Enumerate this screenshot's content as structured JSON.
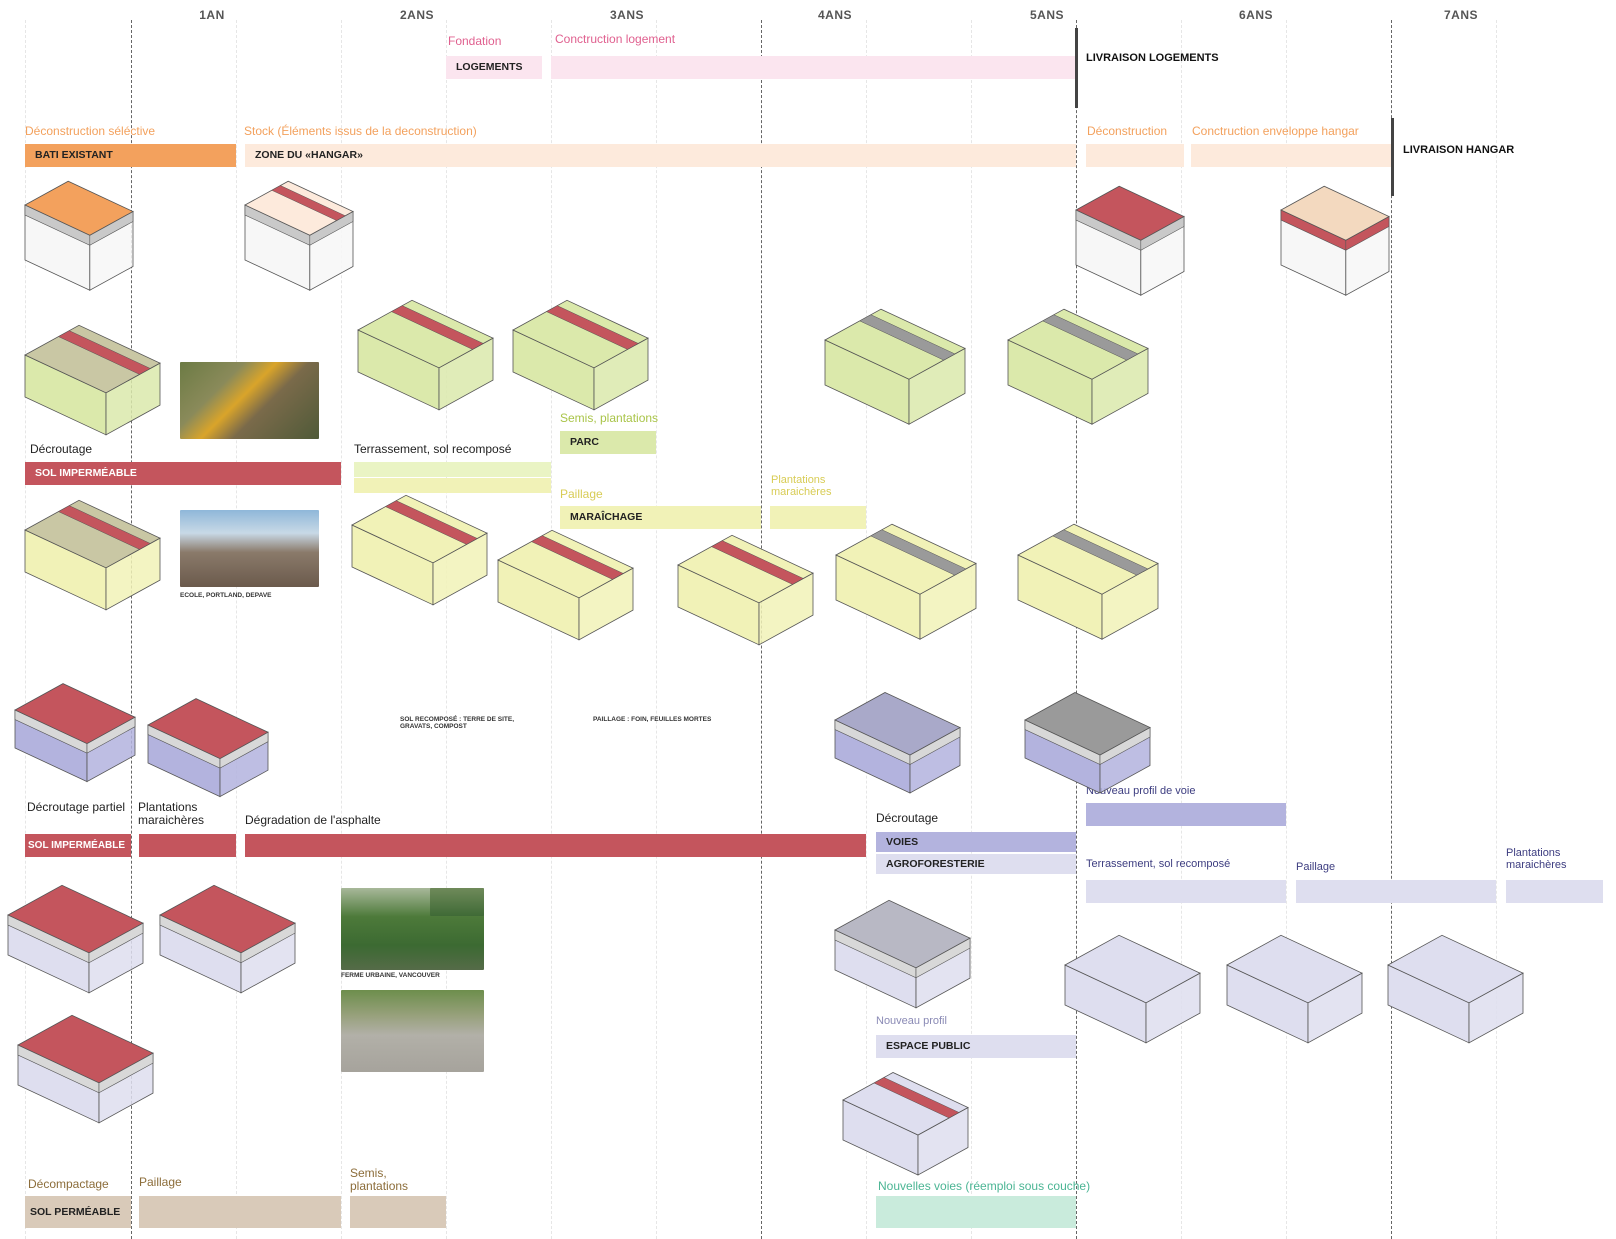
{
  "colors": {
    "orange": "#f3a15d",
    "orange_light": "#fdeadc",
    "pink_text": "#e0608f",
    "pink_light": "#fbe5ef",
    "red": "#c4555d",
    "green_text": "#a9c448",
    "green_light": "#eaf4c4",
    "green_block": "#dbe9ab",
    "yellow_light": "#f1f2b7",
    "purple_text": "#3d3d80",
    "purple": "#b3b3de",
    "purple_light": "#dedeef",
    "tan_text": "#8c6d3a",
    "tan": "#d9cab9",
    "teal_text": "#4bb594",
    "teal_light": "#c9ebdc",
    "dark": "#333333",
    "grey": "#777777"
  },
  "years": [
    "1AN",
    "2ANS",
    "3ANS",
    "4ANS",
    "5ANS",
    "6ANS",
    "7ANS"
  ],
  "milestones": {
    "logements": "LIVRAISON LOGEMENTS",
    "hangar": "LIVRAISON HANGAR"
  },
  "bars": {
    "logements": "LOGEMENTS",
    "logements_build": "",
    "bati": "BATI EXISTANT",
    "hangar": "ZONE DU «HANGAR»",
    "hangar_decon": "",
    "hangar_build": "",
    "sol_imp1": "SOL IMPERMÉABLE",
    "terrassement1": "",
    "parc": "PARC",
    "maraichage": "MARAÎCHAGE",
    "plant_mar1": "",
    "sol_imp2": "SOL IMPERMÉABLE",
    "plant_mar2": "",
    "degradation": "",
    "voies": "VOIES",
    "agro": "AGROFORESTERIE",
    "nouveau_profil_voie": "",
    "terrassement2": "",
    "paillage2": "",
    "plant_mar3": "",
    "espace_public": "ESPACE PUBLIC",
    "sol_perm": "SOL PERMÉABLE",
    "paillage3": "",
    "semis3": "",
    "nouvelles_voies": ""
  },
  "labels": {
    "fondation": "Fondation",
    "construction_logement": "Conctruction logement",
    "deconstruction_selective": "Déconstruction séléctive",
    "stock": "Stock (Éléments issus de la deconstruction)",
    "deconstruction": "Déconstruction",
    "construction_hangar": "Conctruction enveloppe hangar",
    "decroutage1": "Décroutage",
    "terrassement1": "Terrassement, sol recomposé",
    "semis1": "Semis, plantations",
    "paillage1": "Paillage",
    "plant_mar1": "Plantations\nmaraichères",
    "decroutage_partiel": "Décroutage partiel",
    "plant_mar2": "Plantations\nmaraichères",
    "degradation": "Dégradation de l'asphalte",
    "decroutage2": "Décroutage",
    "nouveau_profil_voie": "Nouveau profil de voie",
    "terrassement2": "Terrassement, sol recomposé",
    "paillage2": "Paillage",
    "plant_mar3": "Plantations\nmaraichères",
    "nouveau_profil": "Nouveau profil",
    "decompactage": "Décompactage",
    "paillage3": "Paillage",
    "semis3": "Semis,\nplantations",
    "nouvelles_voies": "Nouvelles voies (réemploi sous couche)"
  },
  "captions": {
    "ecole": "ECOLE, PORTLAND, DEPAVE",
    "sol_recompose": "SOL RECOMPOSÉ : TERRE DE SITE,\nGRAVATS, COMPOST",
    "paillage": "PAILLAGE : FOIN, FEUILLES MORTES",
    "ferme": "FERME URBAINE, VANCOUVER"
  }
}
